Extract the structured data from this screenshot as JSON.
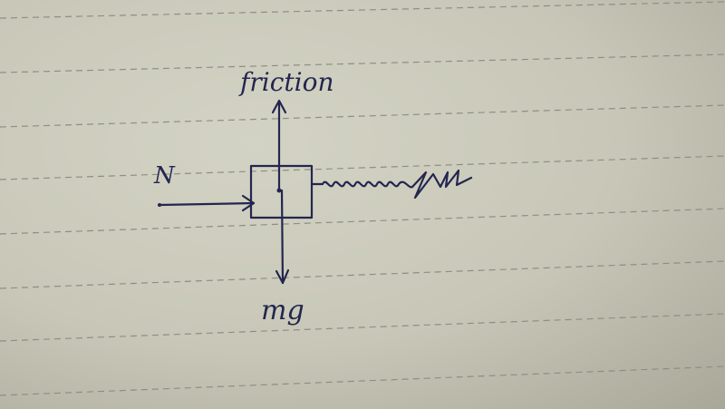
{
  "diagram": {
    "labels": {
      "friction": "friction",
      "normal": "N",
      "weight": "mg"
    },
    "colors": {
      "ink": "#23264f",
      "paper": "#c8c7b7",
      "rule": "#8d8d86"
    }
  }
}
